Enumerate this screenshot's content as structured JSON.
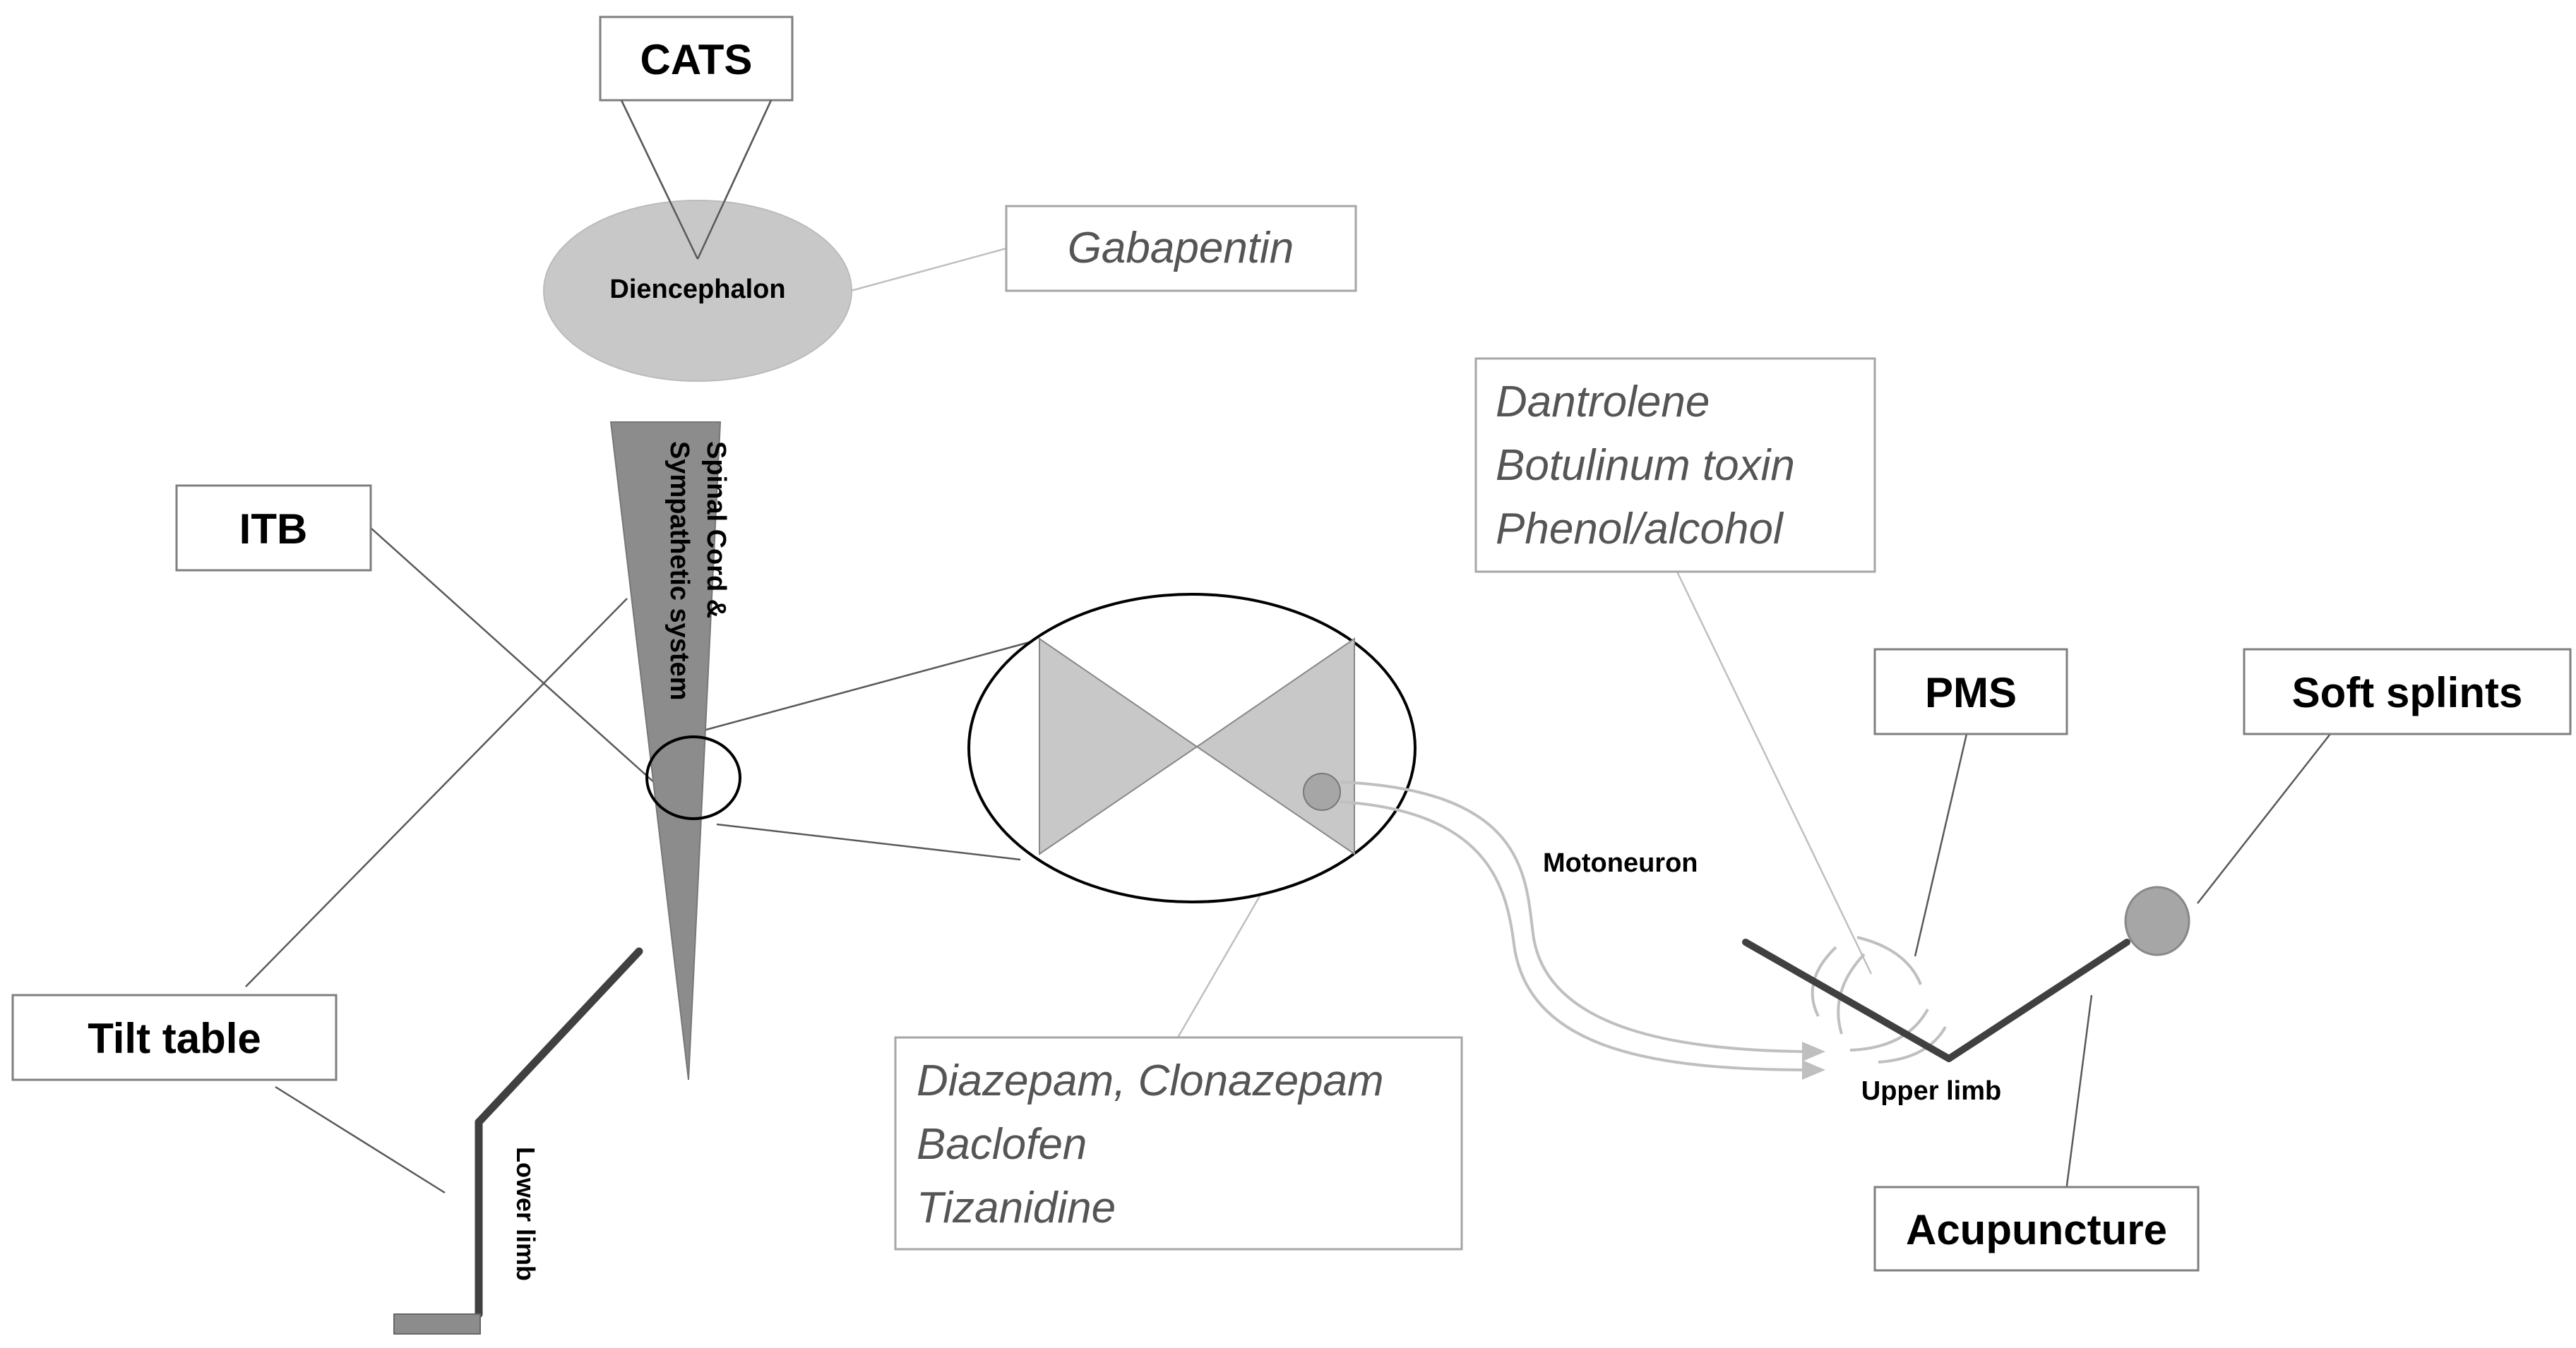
{
  "labels": {
    "cats": "CATS",
    "diencephalon": "Diencephalon",
    "gabapentin": "Gabapentin",
    "spinal_line1": "Spinal Cord &",
    "spinal_line2": "Sympathetic system",
    "itb": "ITB",
    "tilt_table": "Tilt table",
    "lower_limb": "Lower limb",
    "muscle_relaxants": [
      "Dantrolene",
      "Botulinum toxin",
      "Phenol/alcohol"
    ],
    "oral_drugs": [
      "Diazepam, Clonazepam",
      "Baclofen",
      "Tizanidine"
    ],
    "motoneuron": "Motoneuron",
    "pms": "PMS",
    "soft_splints": "Soft splints",
    "upper_limb": "Upper limb",
    "acupuncture": "Acupuncture"
  },
  "colors": {
    "diencephalon_fill": "#c8c8c8",
    "spinal_fill": "#8c8c8c",
    "synapse_fill": "#c8c8c8",
    "limb_stroke": "#404040",
    "joint_fill": "#a6a6a6"
  }
}
